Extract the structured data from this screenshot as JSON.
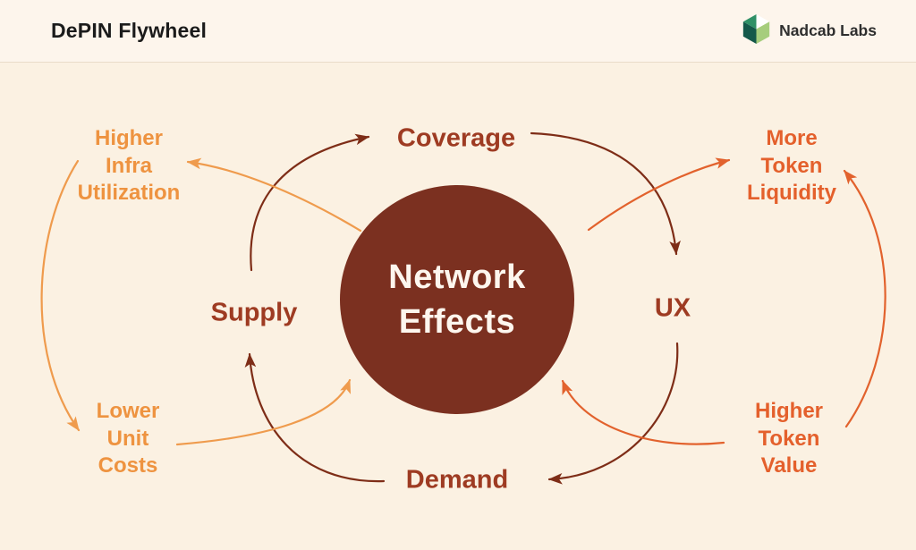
{
  "header": {
    "title": "DePIN Flywheel",
    "logo": {
      "text": "Nadcab Labs",
      "icon": "nadcab-gem-icon"
    }
  },
  "diagram": {
    "center": {
      "lines": [
        "Network",
        "Effects"
      ]
    },
    "nodes": [
      {
        "id": "coverage",
        "label": "Coverage"
      },
      {
        "id": "supply",
        "label": "Supply"
      },
      {
        "id": "ux",
        "label": "UX"
      },
      {
        "id": "demand",
        "label": "Demand"
      }
    ],
    "outcomes": [
      {
        "id": "higher-infra-utilization",
        "lines": [
          "Higher",
          "Infra",
          "Utilization"
        ]
      },
      {
        "id": "lower-unit-costs",
        "lines": [
          "Lower",
          "Unit",
          "Costs"
        ]
      },
      {
        "id": "more-token-liquidity",
        "lines": [
          "More",
          "Token",
          "Liquidity"
        ]
      },
      {
        "id": "higher-token-value",
        "lines": [
          "Higher",
          "Token",
          "Value"
        ]
      }
    ],
    "edges": [
      {
        "from": "Supply",
        "to": "Coverage"
      },
      {
        "from": "Coverage",
        "to": "UX"
      },
      {
        "from": "UX",
        "to": "Demand"
      },
      {
        "from": "Demand",
        "to": "Supply"
      },
      {
        "from": "Network Effects",
        "to": "Higher Infra Utilization"
      },
      {
        "from": "Higher Infra Utilization",
        "to": "Lower Unit Costs"
      },
      {
        "from": "Lower Unit Costs",
        "to": "Supply"
      },
      {
        "from": "Network Effects",
        "to": "More Token Liquidity"
      },
      {
        "from": "Higher Token Value",
        "to": "More Token Liquidity"
      },
      {
        "from": "Higher Token Value",
        "to": "Demand"
      }
    ],
    "colors": {
      "background": "#fbf1e2",
      "header_background": "#fdf5ec",
      "hub_circle": "#7b3020",
      "hub_text": "#fdf6ee",
      "node_text": "#9e3b22",
      "outcome_left_text": "#ee9340",
      "outcome_right_text": "#e4602c",
      "arrow_dark": "#7e2d17",
      "arrow_light": "#ef9b4d",
      "arrow_deep": "#e2622d",
      "logo_dark_teal": "#14584a",
      "logo_green": "#2f9067",
      "logo_light_green": "#a6cd7d"
    }
  }
}
